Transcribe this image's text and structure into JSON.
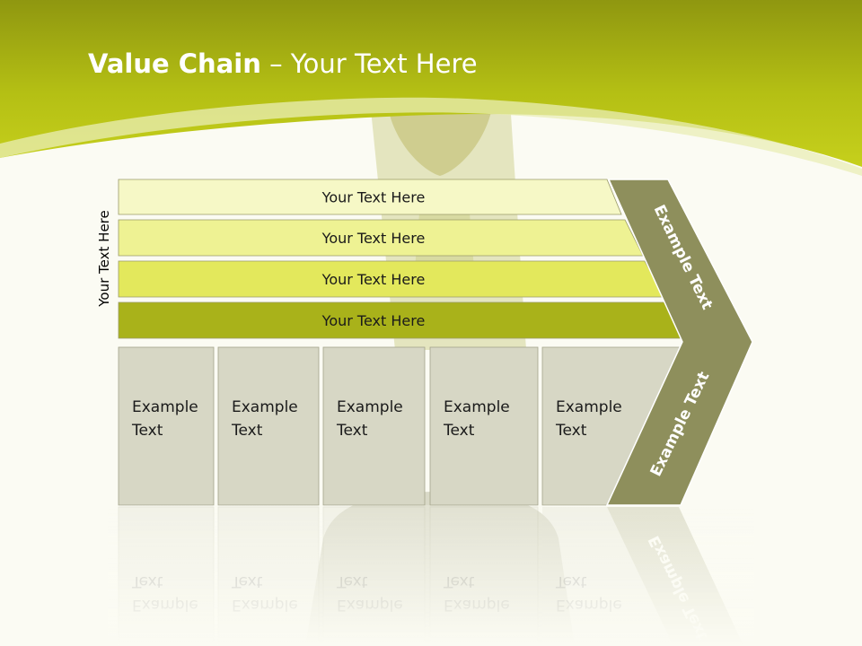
{
  "slide": {
    "title_bold": "Value Chain",
    "title_rest": " – Your Text Here",
    "side_label": "Your Text Here",
    "support_rows": [
      {
        "label": "Your Text Here",
        "color": "#f6f8c6"
      },
      {
        "label": "Your Text Here",
        "color": "#eef293"
      },
      {
        "label": "Your Text Here",
        "color": "#e3e85c"
      },
      {
        "label": "Your Text Here",
        "color": "#a9b21a"
      }
    ],
    "primary_boxes": [
      {
        "line1": "Example",
        "line2": "Text"
      },
      {
        "line1": "Example",
        "line2": "Text"
      },
      {
        "line1": "Example",
        "line2": "Text"
      },
      {
        "line1": "Example",
        "line2": "Text"
      },
      {
        "line1": "Example",
        "line2": "Text"
      }
    ],
    "chevron_top_text": "Example Text",
    "chevron_bottom_text": "Example Text",
    "colors": {
      "header_green": "#b5c013",
      "chevron": "#8e8f5c",
      "box_fill": "#d7d7c5",
      "background": "#fbfbf3"
    }
  }
}
